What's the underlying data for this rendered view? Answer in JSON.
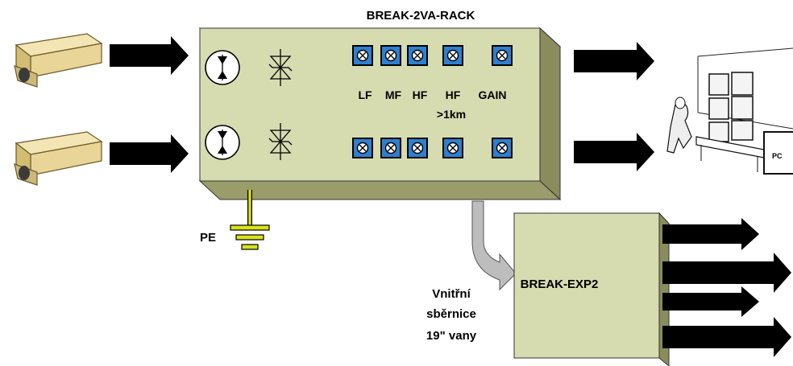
{
  "rack": {
    "title": "BREAK-2VA-RACK",
    "knob_labels": [
      "LF",
      "MF",
      "HF",
      "HF",
      "GAIN"
    ],
    "knob_sublabel": ">1km"
  },
  "expander": {
    "title": "BREAK-EXP2"
  },
  "ground": {
    "label": "PE"
  },
  "bus_label": [
    "Vnitřní",
    "sběrnice",
    "19\" vany"
  ],
  "monitor": {
    "pc_label": "PC"
  },
  "colors": {
    "box_face": "#d6dcb0",
    "box_side": "#8a8c5e",
    "knob": "#2f7fd0",
    "arrow": "#000000",
    "ground": "#e0e818",
    "bus_arrow": "#b8b8b8"
  }
}
